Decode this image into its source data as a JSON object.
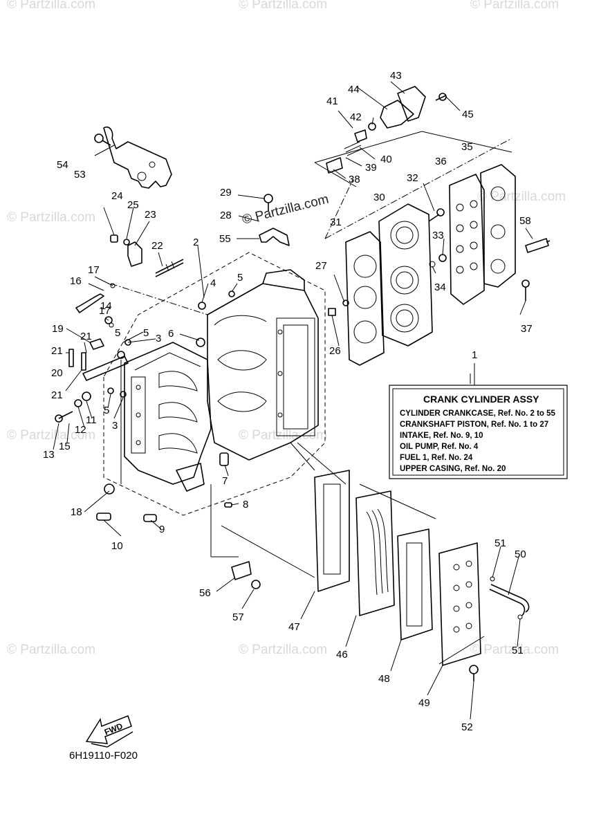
{
  "watermark": {
    "text": "© Partzilla.com",
    "main_text": "© Partzilla.com"
  },
  "info_box": {
    "ref_number": "1",
    "title": "CRANK CYLINDER ASSY",
    "lines": [
      "CYLINDER CRANKCASE,  Ref. No. 2 to 55",
      "CRANKSHAFT PISTON,  Ref. No. 1 to 27",
      "INTAKE,  Ref. No. 9, 10",
      "OIL PUMP,  Ref. No. 4",
      "FUEL 1,  Ref. No. 24",
      "UPPER CASING,  Ref. No. 20"
    ]
  },
  "diagram_code": "6H19110-F020",
  "fwd_label": "FWD",
  "callouts": {
    "c2": "2",
    "c3a": "3",
    "c3b": "3",
    "c4": "4",
    "c5a": "5",
    "c5b": "5",
    "c5c": "5",
    "c5d": "5",
    "c6": "6",
    "c7": "7",
    "c8": "8",
    "c9": "9",
    "c10": "10",
    "c11": "11",
    "c12": "12",
    "c13": "13",
    "c14": "14",
    "c15": "15",
    "c16": "16",
    "c17a": "17",
    "c17b": "17",
    "c18": "18",
    "c19": "19",
    "c20": "20",
    "c21a": "21",
    "c21b": "21",
    "c21c": "21",
    "c22": "22",
    "c23": "23",
    "c24": "24",
    "c25": "25",
    "c26": "26",
    "c27": "27",
    "c28": "28",
    "c29": "29",
    "c30": "30",
    "c31": "31",
    "c32": "32",
    "c33": "33",
    "c34": "34",
    "c35": "35",
    "c36": "36",
    "c37": "37",
    "c38": "38",
    "c39": "39",
    "c40": "40",
    "c41": "41",
    "c42": "42",
    "c43": "43",
    "c44": "44",
    "c45": "45",
    "c46": "46",
    "c47": "47",
    "c48": "48",
    "c49": "49",
    "c50": "50",
    "c51a": "51",
    "c51b": "51",
    "c52": "52",
    "c53": "53",
    "c54": "54",
    "c55": "55",
    "c56": "56",
    "c57": "57",
    "c58": "58"
  }
}
